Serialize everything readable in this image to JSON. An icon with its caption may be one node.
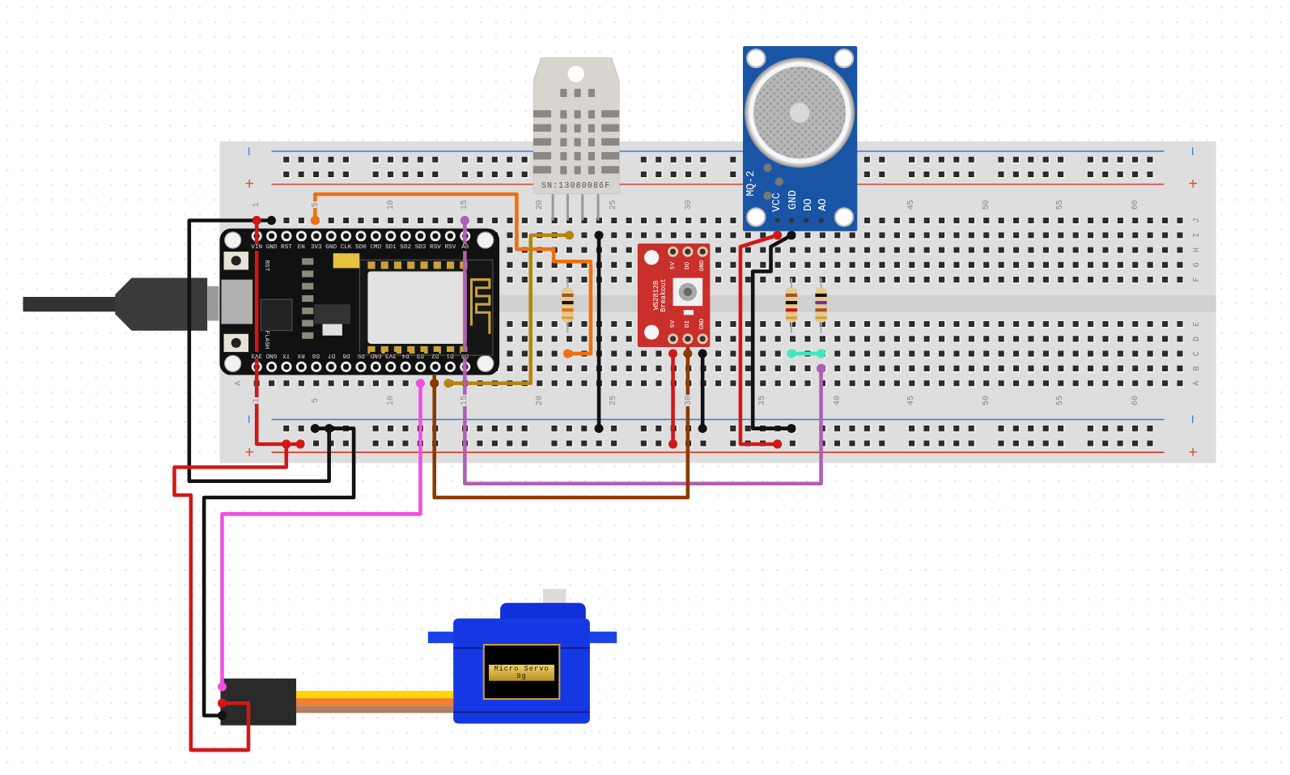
{
  "diagram": {
    "nodes": [
      {
        "text": [
          "VIN",
          "GND",
          "RST",
          "EN",
          "3V3",
          "GND",
          "CLK",
          "SD0",
          "CMD",
          "SD1",
          "SD2",
          "SD3",
          "RSV",
          "RSV",
          "A0",
          "3V3",
          "GND",
          "TX",
          "RX",
          "D8",
          "D7",
          "D6",
          "D5",
          "GND",
          "3V3",
          "D4",
          "D3",
          "D2",
          "D1",
          "D0",
          "RST",
          "FLASH"
        ]
      },
      {
        "text": [
          "SN:13080086F"
        ]
      },
      {
        "text": [
          "5V",
          "DO",
          "GND",
          "WS2812B Breakout",
          "5V",
          "DI",
          "GND"
        ]
      },
      {
        "text": [
          "MQ-2",
          "VCC",
          "GND",
          "DO",
          "AO"
        ]
      },
      {
        "text": [
          "Micro Servo 9g"
        ]
      }
    ],
    "edges": [
      {
        "from": 0,
        "to": 2,
        "arrow": "other",
        "color": "#8b3a00"
      }
    ],
    "labels": [
      "−",
      "−",
      "+",
      "+",
      "1",
      "5",
      "10",
      "15",
      "20",
      "25",
      "30",
      "45",
      "50",
      "55",
      "60",
      "J",
      "I",
      "H",
      "G",
      "F",
      "E",
      "D",
      "C",
      "B",
      "A",
      "A",
      "1",
      "5",
      "10",
      "15",
      "20",
      "25",
      "30",
      "35",
      "40",
      "45",
      "50",
      "55",
      "60",
      "−",
      "−",
      "+",
      "+"
    ]
  }
}
